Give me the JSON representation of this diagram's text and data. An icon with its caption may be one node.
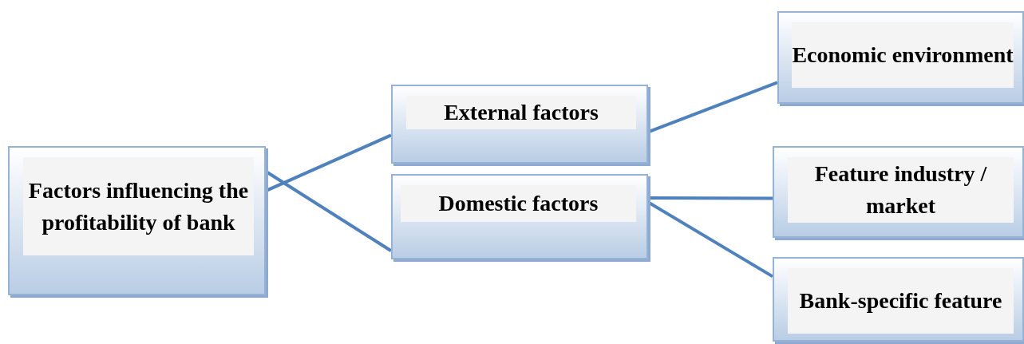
{
  "diagram": {
    "nodes": [
      {
        "text": [
          "Factors influencing the profitability of bank"
        ]
      },
      {
        "text": [
          "External factors"
        ]
      },
      {
        "text": [
          "Domestic factors"
        ]
      },
      {
        "text": [
          "Economic environment"
        ]
      },
      {
        "text": [
          "Feature industry / market"
        ]
      },
      {
        "text": [
          "Bank-specific feature"
        ]
      }
    ],
    "edges": [
      {
        "from": 0,
        "to": 1,
        "arrow": "none"
      },
      {
        "from": 0,
        "to": 2,
        "arrow": "none"
      },
      {
        "from": 1,
        "to": 3,
        "arrow": "none"
      },
      {
        "from": 2,
        "to": 4,
        "arrow": "none"
      },
      {
        "from": 2,
        "to": 5,
        "arrow": "none"
      }
    ]
  }
}
